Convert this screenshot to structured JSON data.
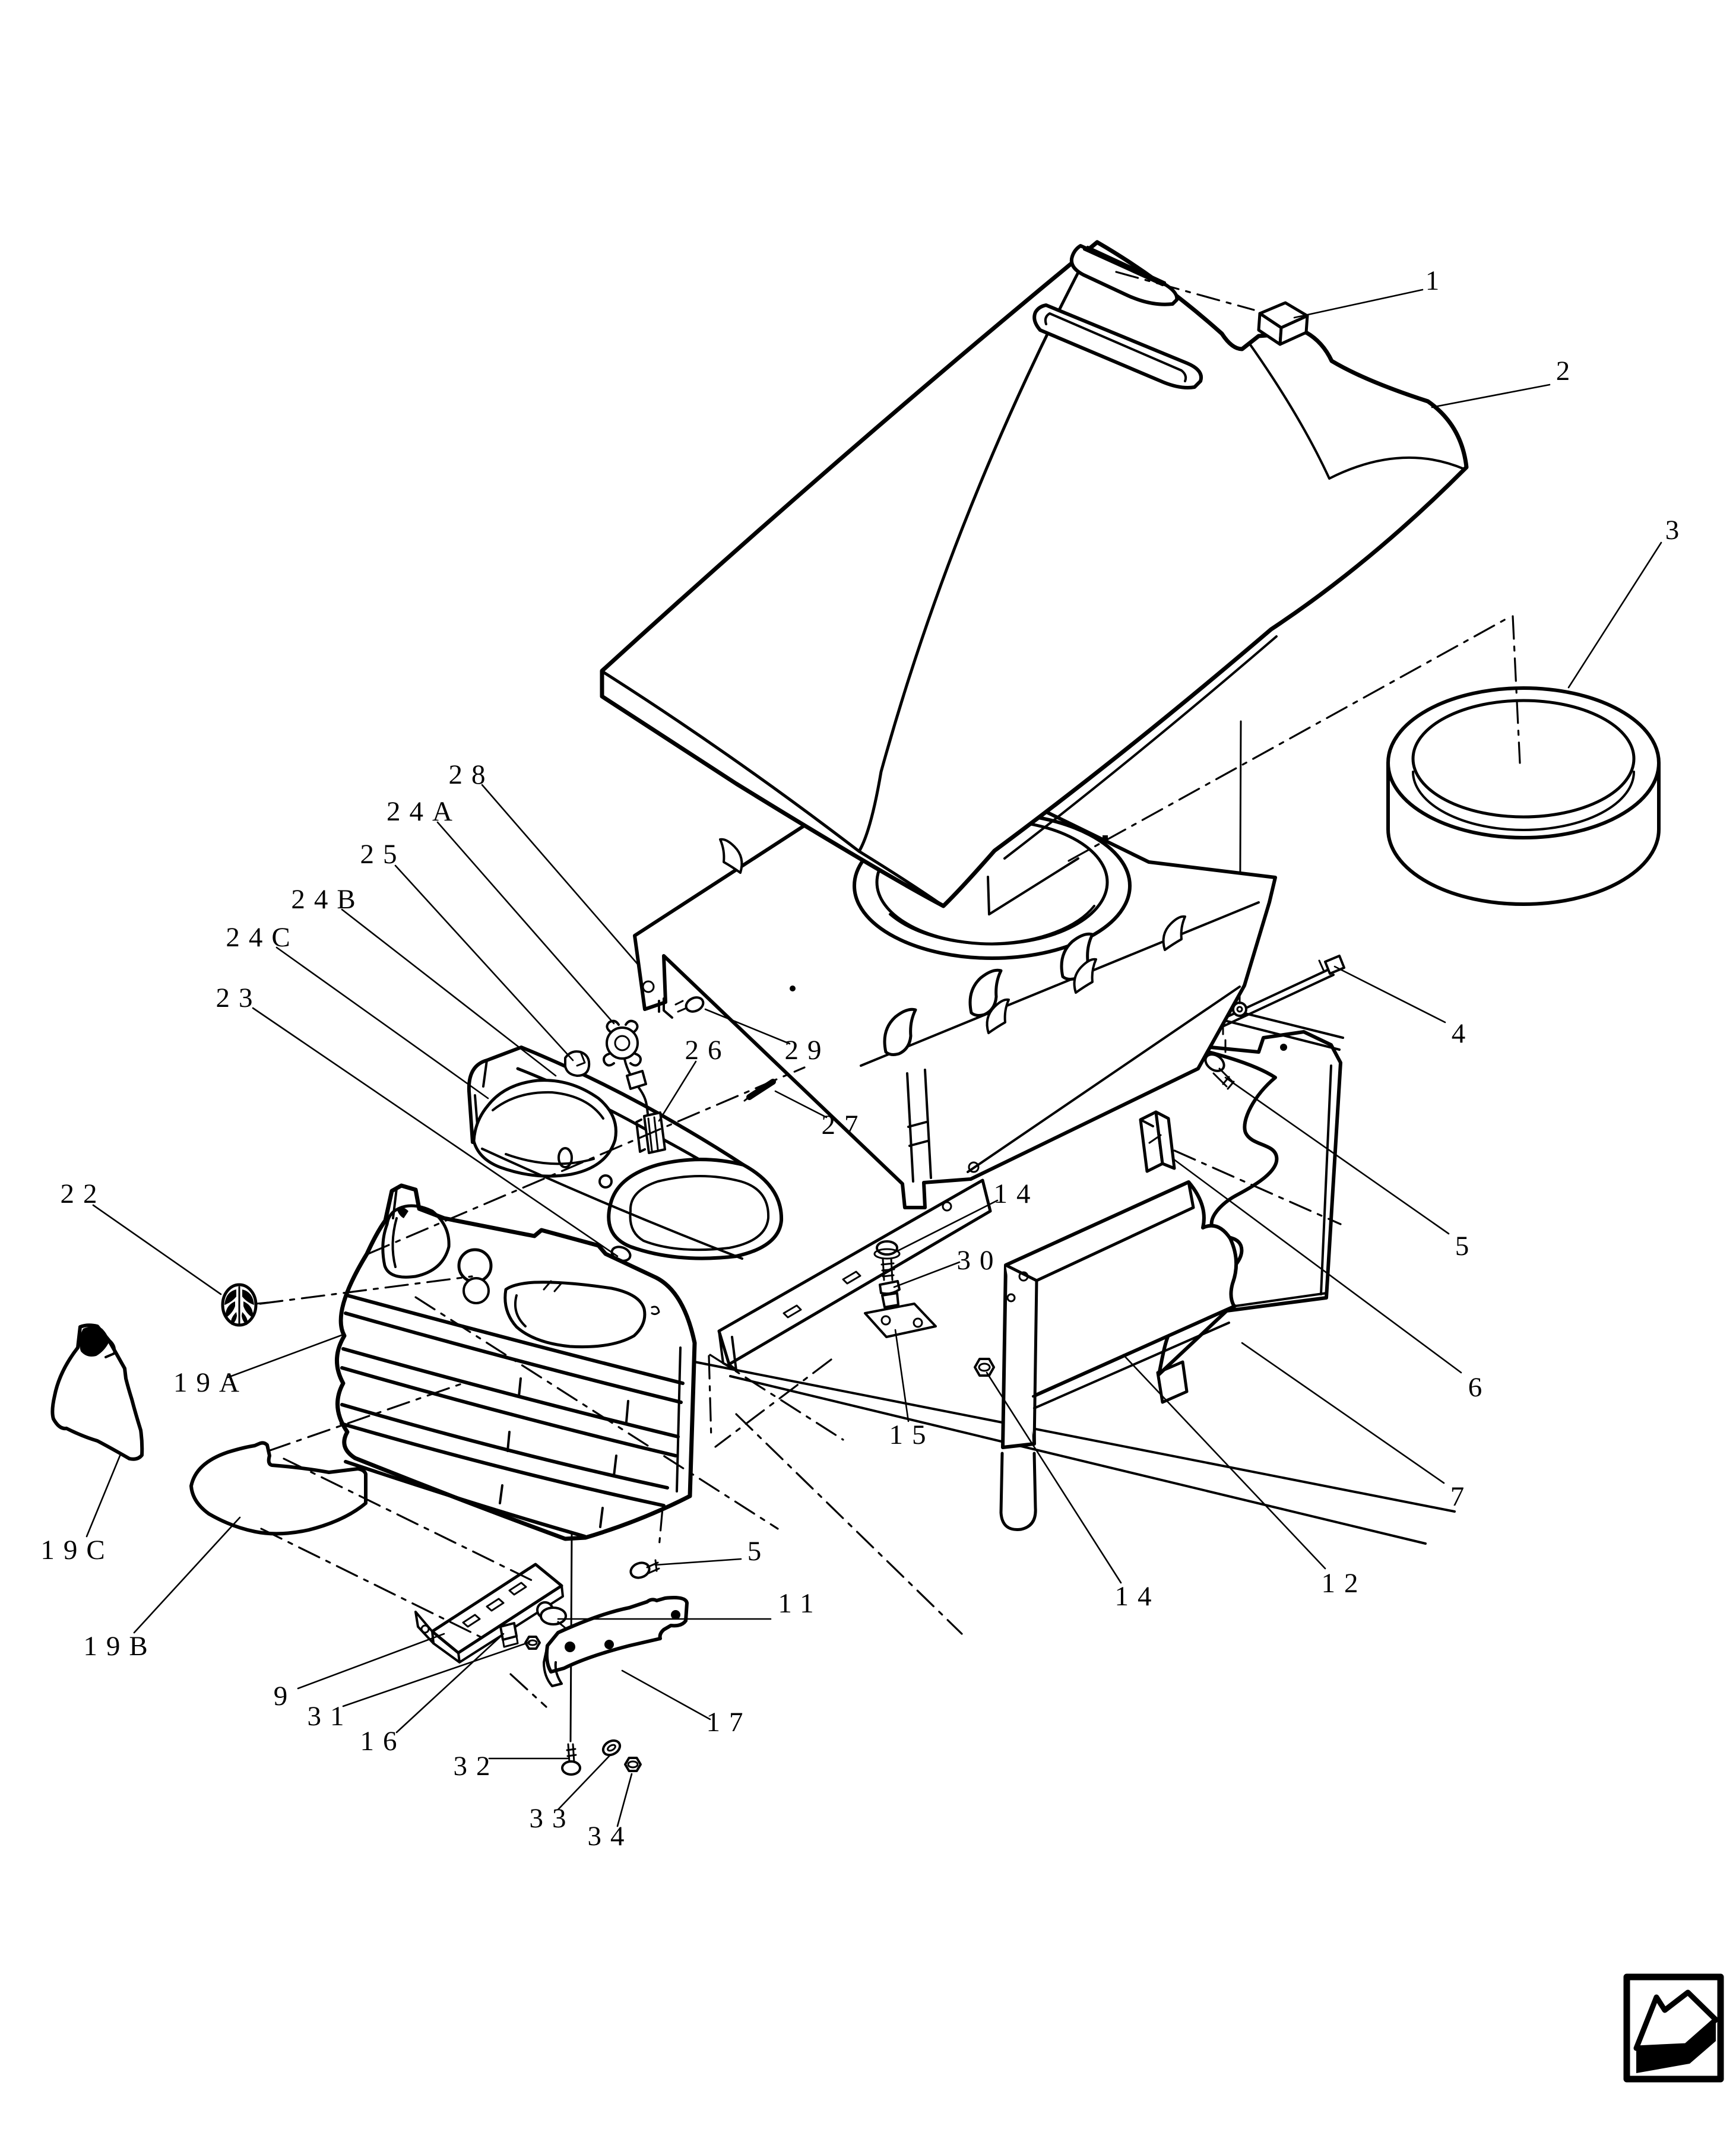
{
  "diagram": {
    "background_color": "#ffffff",
    "line_color": "#000000",
    "corner_icon": "page-return-arrow-icon"
  },
  "callouts": {
    "c1": "1",
    "c2": "2",
    "c3": "3",
    "c4": "4",
    "c5a": "5",
    "c5b": "5",
    "c6": "6",
    "c7": "7",
    "c9": "9",
    "c11": "11",
    "c12": "12",
    "c14a": "14",
    "c14b": "14",
    "c15": "15",
    "c16": "16",
    "c17": "17",
    "c19a": "19A",
    "c19b": "19B",
    "c19c": "19C",
    "c22": "22",
    "c23": "23",
    "c24a": "24A",
    "c24b": "24B",
    "c24c": "24C",
    "c25": "25",
    "c26": "26",
    "c27": "27",
    "c28": "28",
    "c29": "29",
    "c30": "30",
    "c31": "31",
    "c32": "32",
    "c33": "33",
    "c34": "34"
  }
}
